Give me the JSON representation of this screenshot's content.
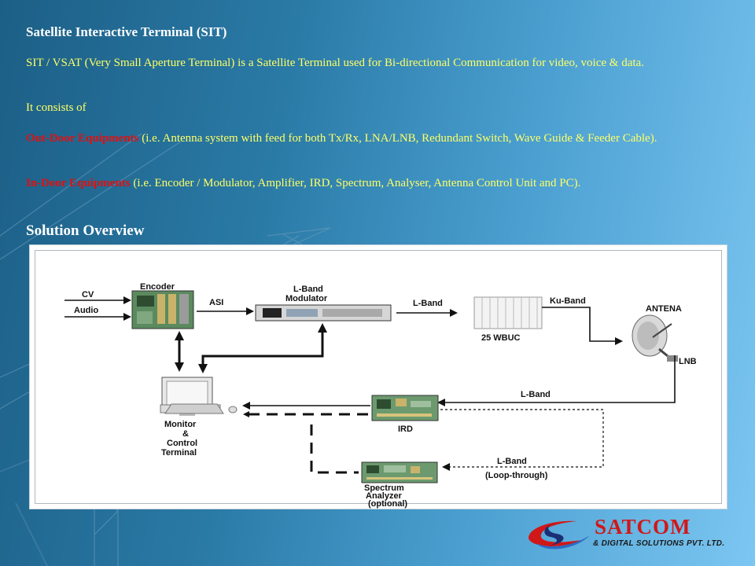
{
  "slide": {
    "title": "Satellite Interactive Terminal (SIT)",
    "intro": "SIT / VSAT (Very Small Aperture Terminal) is a Satellite Terminal used for Bi-directional Communication for video, voice & data.",
    "consists": "It consists of",
    "outdoor": {
      "label": "Out-Door Equipments",
      "text": " (i.e. Antenna system with feed for both Tx/Rx, LNA/LNB, Redundant Switch, Wave Guide & Feeder Cable)."
    },
    "indoor": {
      "label": "In-Door Equipments",
      "text": " (i.e. Encoder / Modulator, Amplifier, IRD, Spectrum, Analyser, Antenna Control Unit and PC)."
    },
    "subtitle": "Solution Overview"
  },
  "diagram": {
    "labels": {
      "cv": "CV",
      "audio": "Audio",
      "encoder": "Encoder",
      "asi": "ASI",
      "modulator_line1": "L-Band",
      "modulator_line2": "Modulator",
      "lband_top": "L-Band",
      "wbuc": "25 WBUC",
      "kuband": "Ku-Band",
      "antenna": "ANTENA",
      "lnb": "LNB",
      "lband_mid": "L-Band",
      "ird": "IRD",
      "monitor_line1": "Monitor",
      "monitor_line2": "&",
      "monitor_line3": "Control",
      "monitor_line4": "Terminal",
      "lband_loop": "L-Band",
      "loop_through": "(Loop-through)",
      "spectrum_line1": "Spectrum",
      "spectrum_line2": "Analyzer",
      "spectrum_line3": "(optional)"
    }
  },
  "logo": {
    "name": "SATCOM",
    "tagline": "& DIGITAL SOLUTIONS PVT. LTD."
  },
  "colors": {
    "title": "#ffffff",
    "body_text": "#ffff66",
    "highlight": "#e01010",
    "logo_red": "#d01818"
  }
}
